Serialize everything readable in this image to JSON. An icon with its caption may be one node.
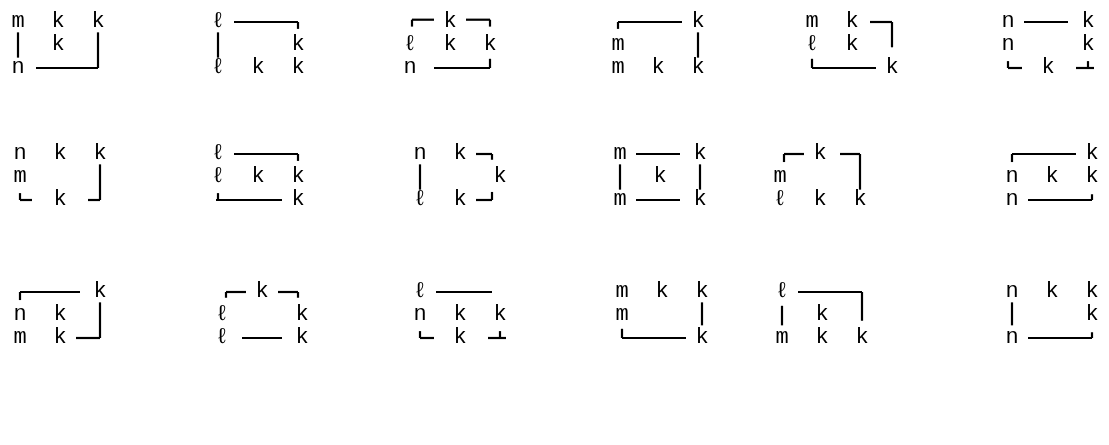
{
  "diagram": {
    "labels": [
      "m",
      "k",
      "k",
      "k",
      "n",
      "ℓ",
      "k",
      "ℓ",
      "k",
      "k",
      "k",
      "ℓ",
      "k",
      "k",
      "n",
      "k",
      "m",
      "m",
      "k",
      "k",
      "m",
      "k",
      "ℓ",
      "k",
      "k",
      "n",
      "k",
      "n",
      "k",
      "k",
      "n",
      "k",
      "k",
      "m",
      "k",
      "ℓ",
      "ℓ",
      "k",
      "k",
      "k",
      "n",
      "k",
      "k",
      "ℓ",
      "k",
      "m",
      "k",
      "k",
      "m",
      "k",
      "k",
      "m",
      "ℓ",
      "k",
      "k",
      "k",
      "n",
      "k",
      "k",
      "n",
      "k",
      "n",
      "k",
      "m",
      "k",
      "k",
      "ℓ",
      "k",
      "ℓ",
      "k",
      "ℓ",
      "n",
      "k",
      "k",
      "k",
      "m",
      "k",
      "k",
      "m",
      "k",
      "ℓ",
      "k",
      "m",
      "k",
      "k",
      "n",
      "k",
      "k",
      "k",
      "n"
    ]
  }
}
